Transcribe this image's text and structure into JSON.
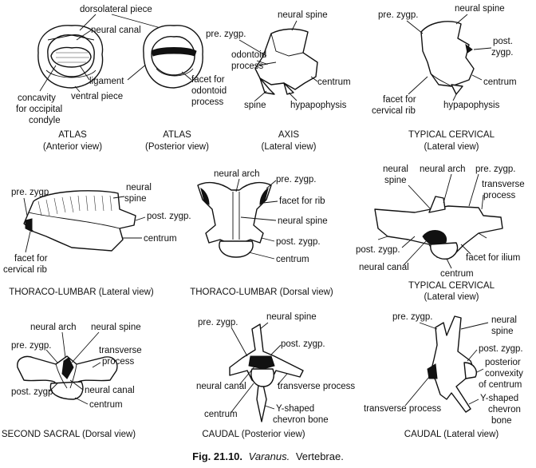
{
  "labels": {
    "atlas_ant": [
      "dorsolateral piece",
      "neural canal",
      "ligament",
      "ventral piece",
      "concavity",
      "for occipital",
      "condyle"
    ],
    "atlas_post": [
      "facet for",
      "odontoid",
      "process"
    ],
    "axis": [
      "pre. zygp.",
      "neural spine",
      "odontoid",
      "process",
      "centrum",
      "spine",
      "hypapophysis"
    ],
    "cervical1": [
      "pre. zygp.",
      "neural spine",
      "post.",
      "zygp.",
      "centrum",
      "facet for",
      "cervical rib",
      "hypapophysis"
    ],
    "tl_lat": [
      "pre. zygp.",
      "neural",
      "spine",
      "post. zygp.",
      "centrum",
      "facet for",
      "cervical rib"
    ],
    "tl_dor": [
      "neural arch",
      "pre. zygp.",
      "facet for rib",
      "neural spine",
      "post. zygp.",
      "centrum"
    ],
    "cervical2": [
      "neural",
      "spine",
      "neural arch",
      "pre. zygp.",
      "transverse",
      "process",
      "post. zygp.",
      "facet for ilium",
      "neural canal",
      "centrum"
    ],
    "sacral": [
      "neural arch",
      "neural spine",
      "pre. zygp.",
      "transverse",
      "process",
      "neural canal",
      "post. zygp.",
      "centrum"
    ],
    "caudal_post": [
      "pre. zygp.",
      "neural spine",
      "post. zygp.",
      "neural canal",
      "transverse process",
      "centrum",
      "Y-shaped",
      "chevron bone"
    ],
    "caudal_lat": [
      "pre. zygp.",
      "neural",
      "spine",
      "post. zygp.",
      "posterior",
      "convexity",
      "of centrum",
      "transverse process",
      "Y-shaped",
      "chevron",
      "bone"
    ]
  },
  "captions": {
    "atlas_ant": [
      "ATLAS",
      "(Anterior view)"
    ],
    "atlas_post": [
      "ATLAS",
      "(Posterior view)"
    ],
    "axis": [
      "AXIS",
      "(Lateral view)"
    ],
    "cervical1": [
      "TYPICAL CERVICAL",
      "(Lateral view)"
    ],
    "tl_lat": "THORACO-LUMBAR (Lateral view)",
    "tl_dor": "THORACO-LUMBAR (Dorsal view)",
    "cervical2": [
      "TYPICAL CERVICAL",
      "(Lateral view)"
    ],
    "sacral": "SECOND SACRAL (Dorsal view)",
    "caudal_post": "CAUDAL (Posterior view)",
    "caudal_lat": "CAUDAL (Lateral view)"
  },
  "figure_caption": {
    "number": "Fig. 21.10.",
    "genus": "Varanus.",
    "rest": "Vertebrae."
  }
}
